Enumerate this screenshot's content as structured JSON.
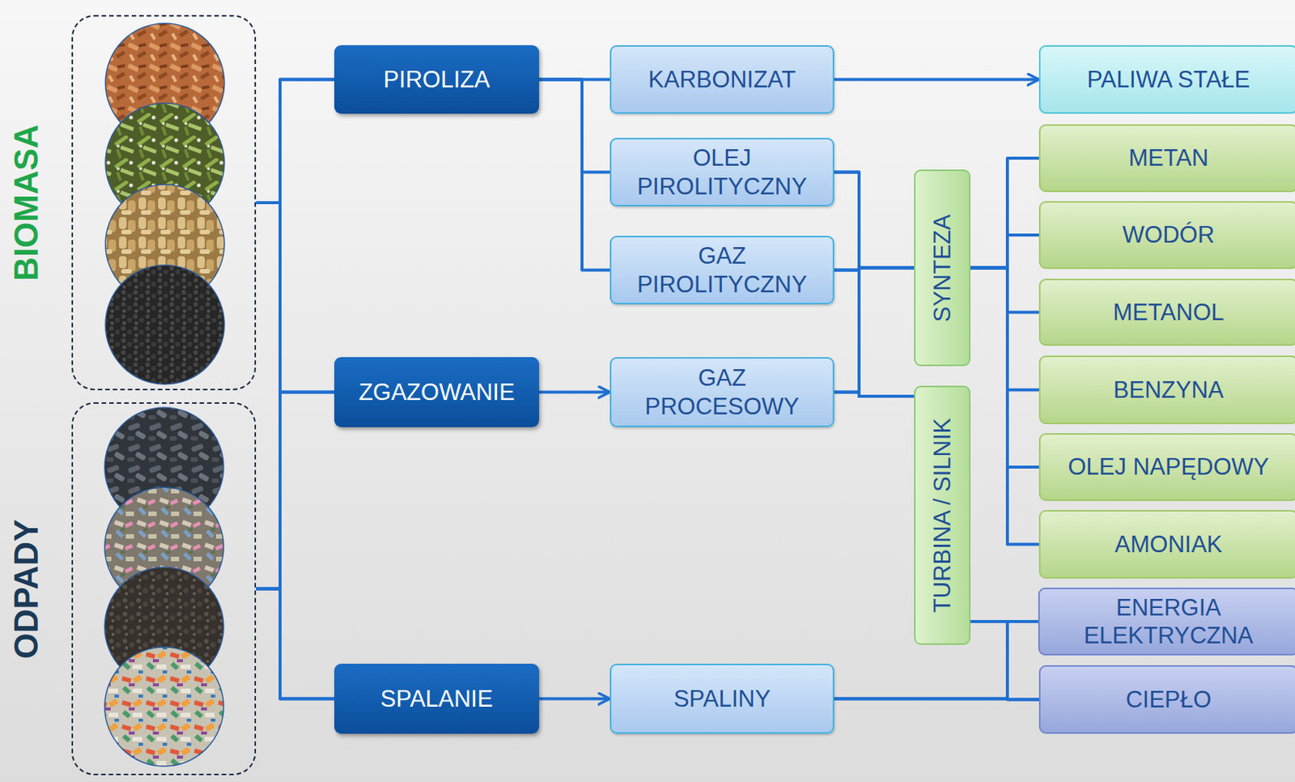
{
  "diagram": {
    "nodes": [
      {
        "text": [
          "BIOMASA"
        ]
      },
      {
        "text": [
          "ODPADY"
        ]
      },
      {
        "text": [
          "PIROLIZA"
        ]
      },
      {
        "text": [
          "ZGAZOWANIE"
        ]
      },
      {
        "text": [
          "SPALANIE"
        ]
      },
      {
        "text": [
          "KARBONIZAT"
        ]
      },
      {
        "text": [
          "OLEJ PIROLITYCZNY"
        ]
      },
      {
        "text": [
          "GAZ PIROLITYCZNY"
        ]
      },
      {
        "text": [
          "GAZ PROCESOWY"
        ]
      },
      {
        "text": [
          "SPALINY"
        ]
      },
      {
        "text": [
          "SYNTEZA"
        ]
      },
      {
        "text": [
          "TURBINA / SILNIK"
        ]
      },
      {
        "text": [
          "PALIWA STAŁE"
        ]
      },
      {
        "text": [
          "METAN"
        ]
      },
      {
        "text": [
          "WODÓR"
        ]
      },
      {
        "text": [
          "METANOL"
        ]
      },
      {
        "text": [
          "BENZYNA"
        ]
      },
      {
        "text": [
          "OLEJ NAPĘDOWY"
        ]
      },
      {
        "text": [
          "AMONIAK"
        ]
      },
      {
        "text": [
          "ENERGIA ELEKTRYCZNA"
        ]
      },
      {
        "text": [
          "CIEPŁO"
        ]
      }
    ],
    "edges": [
      {
        "from": 0,
        "to": 2,
        "arrow": "none"
      },
      {
        "from": 0,
        "to": 3,
        "arrow": "none"
      },
      {
        "from": 0,
        "to": 4,
        "arrow": "none"
      },
      {
        "from": 1,
        "to": 2,
        "arrow": "none"
      },
      {
        "from": 1,
        "to": 3,
        "arrow": "none"
      },
      {
        "from": 1,
        "to": 4,
        "arrow": "none"
      },
      {
        "from": 2,
        "to": 5,
        "arrow": "none"
      },
      {
        "from": 2,
        "to": 6,
        "arrow": "none"
      },
      {
        "from": 2,
        "to": 7,
        "arrow": "none"
      },
      {
        "from": 3,
        "to": 8,
        "arrow": "to"
      },
      {
        "from": 4,
        "to": 9,
        "arrow": "to"
      },
      {
        "from": 5,
        "to": 12,
        "arrow": "to"
      },
      {
        "from": 6,
        "to": 10,
        "arrow": "none"
      },
      {
        "from": 7,
        "to": 10,
        "arrow": "none"
      },
      {
        "from": 8,
        "to": 10,
        "arrow": "none"
      },
      {
        "from": 6,
        "to": 11,
        "arrow": "none"
      },
      {
        "from": 7,
        "to": 11,
        "arrow": "none"
      },
      {
        "from": 8,
        "to": 11,
        "arrow": "none"
      },
      {
        "from": 10,
        "to": 13,
        "arrow": "none"
      },
      {
        "from": 10,
        "to": 14,
        "arrow": "none"
      },
      {
        "from": 10,
        "to": 15,
        "arrow": "none"
      },
      {
        "from": 10,
        "to": 16,
        "arrow": "none"
      },
      {
        "from": 10,
        "to": 17,
        "arrow": "none"
      },
      {
        "from": 10,
        "to": 18,
        "arrow": "none"
      },
      {
        "from": 11,
        "to": 19,
        "arrow": "none"
      },
      {
        "from": 11,
        "to": 20,
        "arrow": "none"
      },
      {
        "from": 9,
        "to": 19,
        "arrow": "none"
      },
      {
        "from": 9,
        "to": 20,
        "arrow": "none"
      }
    ]
  }
}
